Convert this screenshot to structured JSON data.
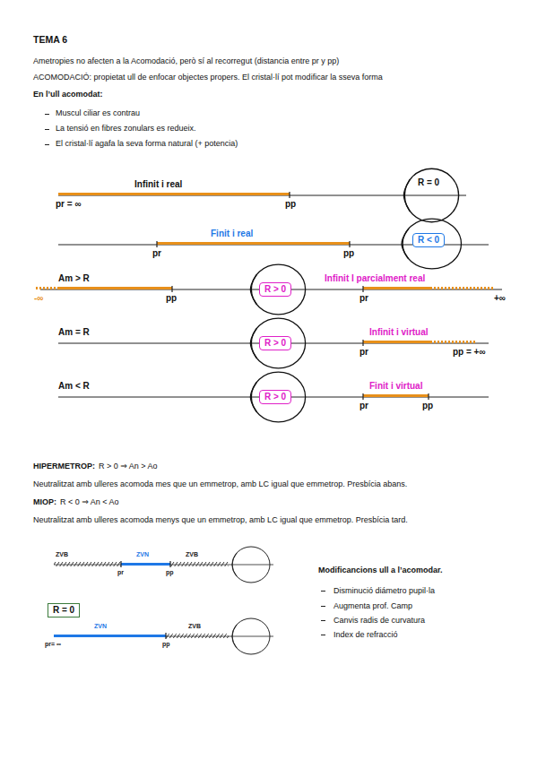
{
  "diagram": {
    "title": "TEMA 6",
    "nodes": [
      {
        "text": [
          "R = 0"
        ]
      },
      {
        "text": [
          "R < 0"
        ]
      },
      {
        "text": [
          "R > 0"
        ]
      },
      {
        "text": [
          "R > 0"
        ]
      },
      {
        "text": [
          "R > 0"
        ]
      },
      {
        "text": [
          "R = 0"
        ]
      }
    ],
    "labels": [
      "Ametropies no afecten a la Acomodació, però sí al recorregut (distancia entre pr y pp)",
      "ACOMODACIÓ: propietat ull de enfocar objectes propers. El cristal·lí pot modificar la sseva forma",
      "En l’ull acomodat:",
      "Muscul ciliar es contrau",
      "La tensió en fibres zonulars es redueix.",
      "El cristal·lí agafa la seva forma natural (+ potencia)",
      "Infinit i real",
      "pr = ∞",
      "pp",
      "Finit i real",
      "pr",
      "pp",
      "Am > R",
      "-∞",
      "pp",
      "Infinit I parcialment real",
      "pr",
      "+∞",
      "Am = R",
      "Infinit i virtual",
      "pr",
      "pp = +∞",
      "Am < R",
      "Finit i virtual",
      "pr",
      "pp",
      "HIPERMETROP:",
      "R > 0 ⇒ An > Ao",
      "Neutralitzat amb ulleres acomoda mes que un emmetrop, amb LC igual que emmetrop. Presbícia abans.",
      "MIOP:",
      "R < 0 ⇒ An < Ao",
      "Neutralitzat amb ulleres acomoda menys que un emmetrop, amb LC igual que emmetrop. Presbícia tard.",
      "ZVB",
      "ZVN",
      "ZVB",
      "pr",
      "pp",
      "ZVN",
      "ZVB",
      "pr= ∞",
      "pp",
      "Modificancions ull a l’acomodar.",
      "Disminució diámetro pupil·la",
      "Augmenta prof. Camp",
      "Canvis radis de curvatura",
      "Index de refracció"
    ]
  }
}
